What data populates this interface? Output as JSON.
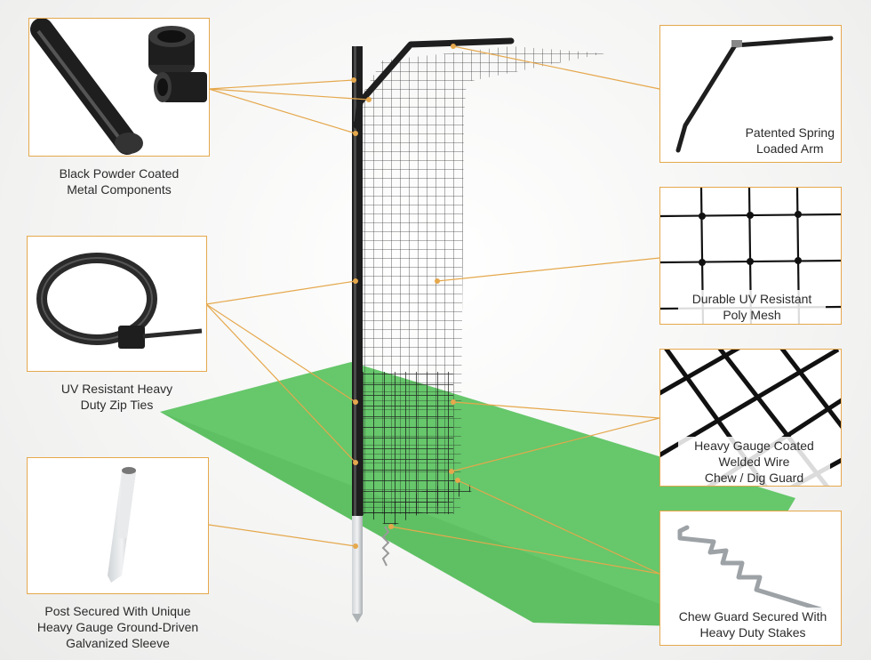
{
  "callouts": {
    "metal": {
      "label": "Black Powder Coated\nMetal Components"
    },
    "zip": {
      "label": "UV Resistant Heavy\nDuty Zip Ties"
    },
    "sleeve": {
      "label": "Post Secured With Unique\nHeavy Gauge Ground-Driven\nGalvanized Sleeve"
    },
    "arm": {
      "label": "Patented Spring\nLoaded Arm"
    },
    "mesh": {
      "label": "Durable UV Resistant\nPoly Mesh"
    },
    "wire": {
      "label": "Heavy Gauge Coated\nWelded Wire\nChew /  Dig Guard"
    },
    "stakes": {
      "label": "Chew Guard Secured With\nHeavy Duty Stakes"
    }
  },
  "colors": {
    "accent": "#e5a84c",
    "ground": "#5ec463",
    "post": "#1e1e1e"
  }
}
